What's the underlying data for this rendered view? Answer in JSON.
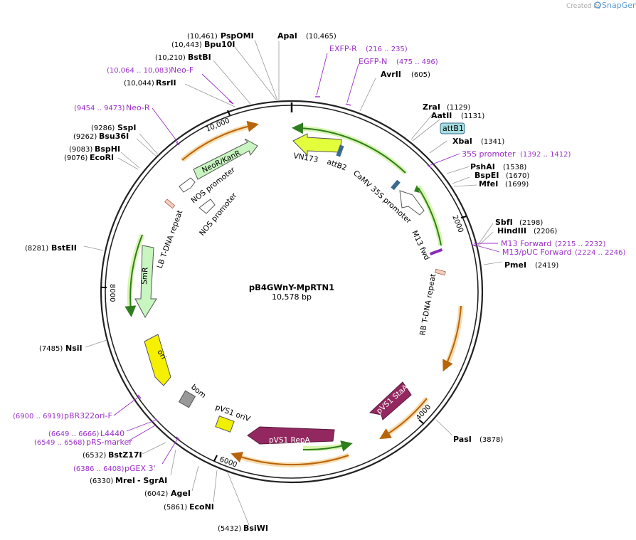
{
  "header": {
    "created_by": "Created by",
    "brand": "SnapGene"
  },
  "plasmid": {
    "name": "pB4GWnY-MpRTN1",
    "size_label": "10,578 bp"
  },
  "colors": {
    "enzyme_text": "#000000",
    "primer_text": "#9b30c8",
    "outline": "#222222"
  },
  "tick_labels": [
    "2000",
    "4000",
    "6000",
    "8000",
    "10,000"
  ],
  "enzymes": [
    {
      "pos": "(10,461)",
      "name": "PspOMI"
    },
    {
      "pos": "(10,443)",
      "name": "Bpu10I"
    },
    {
      "pos": "(10,210)",
      "name": "BstBI"
    },
    {
      "pos": "(10,044)",
      "name": "RsrII"
    },
    {
      "pos": "(9286)",
      "name": "SspI"
    },
    {
      "pos": "(9262)",
      "name": "Bsu36I"
    },
    {
      "pos": "(9083)",
      "name": "BspHI"
    },
    {
      "pos": "(9076)",
      "name": "EcoRI"
    },
    {
      "pos": "(8281)",
      "name": "BstEII"
    },
    {
      "pos": "(7485)",
      "name": "NsiI"
    },
    {
      "pos": "(6532)",
      "name": "BstZ17I"
    },
    {
      "pos": "(6330)",
      "name": "MreI"
    },
    {
      "pos": "(6042)",
      "name": "AgeI"
    },
    {
      "pos": "(5861)",
      "name": "EcoNI"
    },
    {
      "pos": "(5432)",
      "name": "BsiWI"
    },
    {
      "name": "ApaI",
      "pos": "(10,465)"
    },
    {
      "name": "AvrII",
      "pos": "(605)"
    },
    {
      "name": "ZraI",
      "pos": "(1129)"
    },
    {
      "name": "AatII",
      "pos": "(1131)"
    },
    {
      "name": "XbaI",
      "pos": "(1341)"
    },
    {
      "name": "PshAI",
      "pos": "(1538)"
    },
    {
      "name": "BspEI",
      "pos": "(1670)"
    },
    {
      "name": "MfeI",
      "pos": "(1699)"
    },
    {
      "name": "SbfI",
      "pos": "(2198)"
    },
    {
      "name": "HindIII",
      "pos": "(2206)"
    },
    {
      "name": "PmeI",
      "pos": "(2419)"
    },
    {
      "name": "PasI",
      "pos": "(3878)"
    }
  ],
  "sgrai_label": "- SgrAI",
  "primers": [
    {
      "name": "EXFP-R",
      "range": "(216 .. 235)"
    },
    {
      "name": "EGFP-N",
      "range": "(475 .. 496)"
    },
    {
      "name": "Neo-F",
      "range": "(10,064 .. 10,083)"
    },
    {
      "name": "Neo-R",
      "range": "(9454 .. 9473)"
    },
    {
      "name": "35S promoter",
      "range": "(1392 .. 1412)"
    },
    {
      "name": "M13 Forward",
      "range": "(2215 .. 2232)"
    },
    {
      "name": "M13/pUC Forward",
      "range": "(2224 .. 2246)"
    },
    {
      "name": "pBR322ori-F",
      "range": "(6900 .. 6919)"
    },
    {
      "name": "L4440",
      "range": "(6649 .. 6666)"
    },
    {
      "name": "pRS-marker",
      "range": "(6549 .. 6568)"
    },
    {
      "name": "pGEX 3'",
      "range": "(6386 .. 6408)"
    }
  ],
  "features": {
    "vn173": "VN173",
    "attb2": "attB2",
    "attb1": "attB1",
    "camv": "CaMV 35S promoter",
    "m13fwd": "M13 fwd",
    "rb_repeat": "RB T-DNA repeat",
    "neor": "NeoR/KanR",
    "nos1": "NOS promoter",
    "nos2": "NOS promoter",
    "lb_repeat": "LB T-DNA repeat",
    "smr": "SmR",
    "ori": "ori",
    "bom": "bom",
    "pvs1_oriv": "pVS1 oriV",
    "pvs1_repa": "pVS1 RepA",
    "pvs1_staa": "pVS1 StaA"
  }
}
